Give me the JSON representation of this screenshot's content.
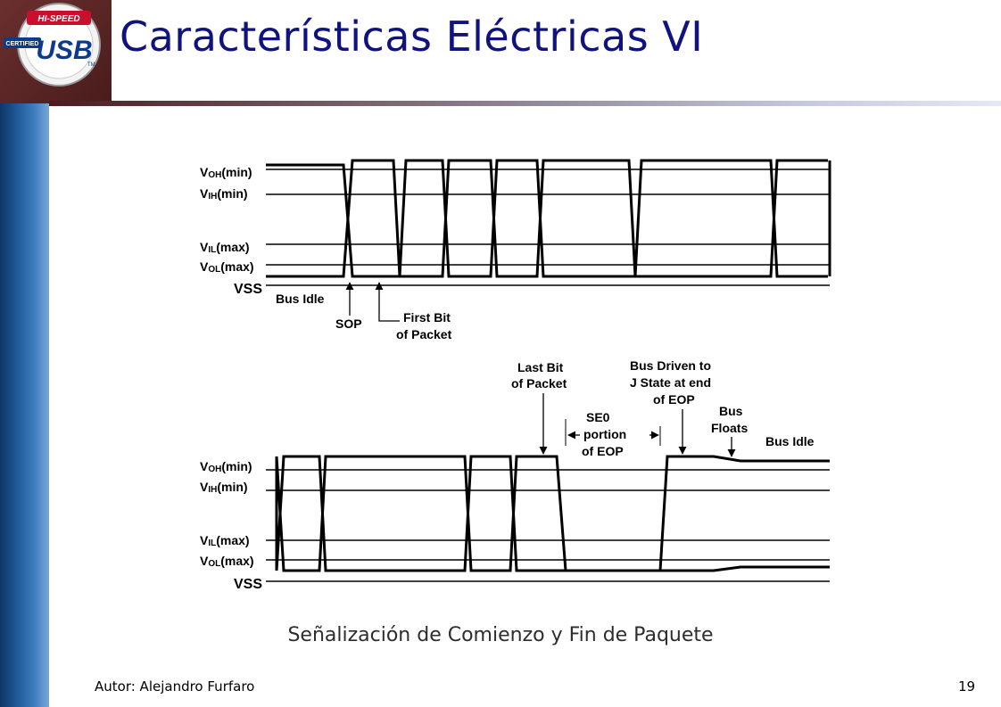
{
  "slide": {
    "title": "Características Eléctricas VI",
    "caption": "Señalización de Comienzo y Fin de Paquete",
    "author": "Autor: Alejandro Furfaro",
    "page_number": "19"
  },
  "logo": {
    "top_text": "HI-SPEED",
    "main_text": "USB",
    "side_text": "CERTIFIED",
    "tm": "TM"
  },
  "diagram": {
    "levels": {
      "voh": {
        "main": "V",
        "sub": "OH",
        "suffix": "(min)"
      },
      "vih": {
        "main": "V",
        "sub": "IH",
        "suffix": "(min)"
      },
      "vil": {
        "main": "V",
        "sub": "IL",
        "suffix": "(max)"
      },
      "vol": {
        "main": "V",
        "sub": "OL",
        "suffix": "(max)"
      },
      "vss": "VSS"
    },
    "top_annotations": {
      "bus_idle": "Bus Idle",
      "sop": "SOP",
      "first_bit_l1": "First Bit",
      "first_bit_l2": "of Packet"
    },
    "bottom_annotations": {
      "last_bit_l1": "Last Bit",
      "last_bit_l2": "of Packet",
      "se0_l1": "SE0",
      "se0_l2": "portion",
      "se0_l3": "of EOP",
      "bus_driven_l1": "Bus Driven to",
      "bus_driven_l2": "J State at end",
      "bus_driven_l3": "of EOP",
      "bus_floats_l1": "Bus",
      "bus_floats_l2": "Floats",
      "bus_idle": "Bus Idle"
    }
  },
  "colors": {
    "title": "#10127e",
    "left_bar": "#1f5a99",
    "logo_block": "#4a1c1c"
  }
}
